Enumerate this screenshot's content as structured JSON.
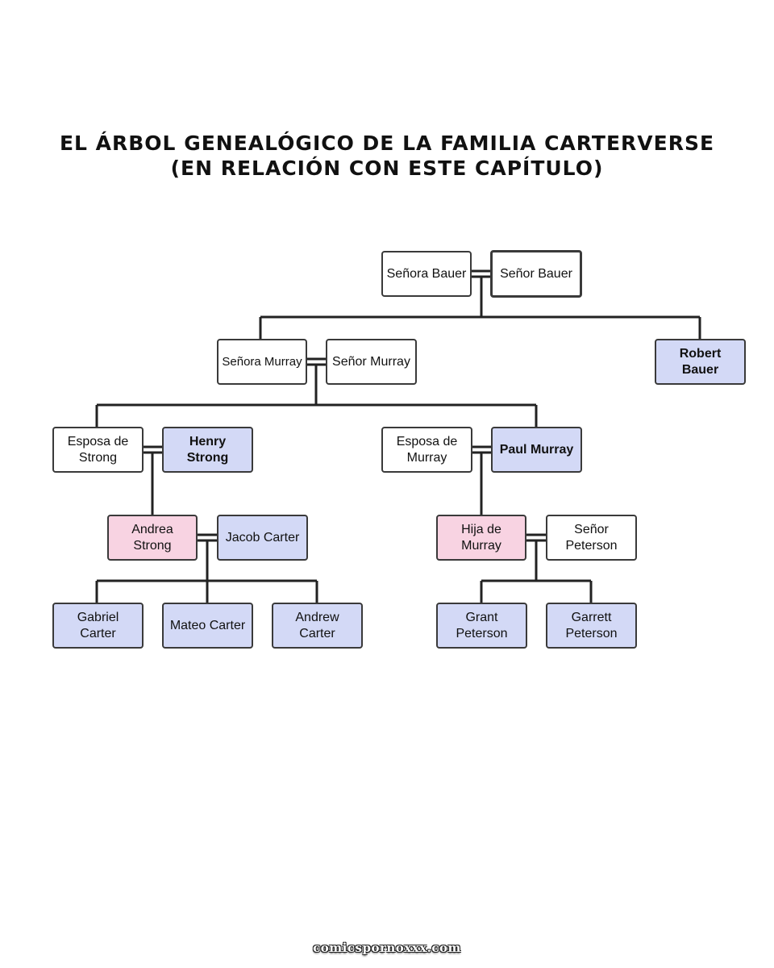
{
  "title": {
    "line1": "EL ÁRBOL GENEALÓGICO DE LA FAMILIA CARTERVERSE",
    "line2": "(EN RELACIÓN CON ESTE CAPÍTULO)"
  },
  "colors": {
    "white": "#ffffff",
    "blue": "#d3d9f6",
    "pink": "#f8d3e2",
    "border": "#3a3a3a",
    "line": "#222222"
  },
  "people": {
    "senora_bauer": "Señora Bauer",
    "senor_bauer": "Señor Bauer",
    "senora_murray": "Señora Murray",
    "senor_murray": "Señor Murray",
    "robert_bauer": "Robert Bauer",
    "esposa_strong": "Esposa de Strong",
    "henry_strong": "Henry Strong",
    "esposa_murray": "Esposa de Murray",
    "paul_murray": "Paul Murray",
    "andrea_strong": "Andrea Strong",
    "jacob_carter": "Jacob Carter",
    "hija_murray": "Hija de Murray",
    "senor_peterson": "Señor Peterson",
    "gabriel_carter": "Gabriel Carter",
    "mateo_carter": "Mateo Carter",
    "andrew_carter": "Andrew Carter",
    "grant_peterson": "Grant Peterson",
    "garrett_peterson": "Garrett Peterson"
  },
  "watermark": "comicspornoxxx.com"
}
